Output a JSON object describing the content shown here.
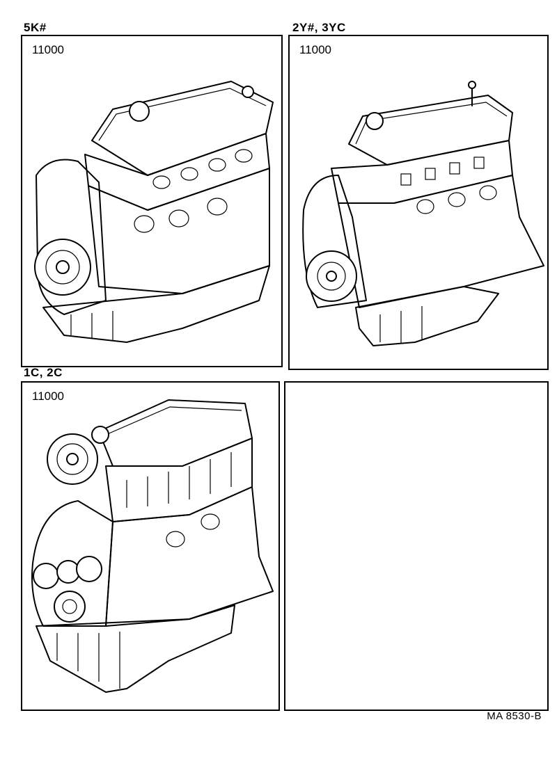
{
  "panels": [
    {
      "engine": "5K#",
      "part_code": "11000",
      "has_drawing": true
    },
    {
      "engine": "2Y#, 3YC",
      "part_code": "11000",
      "has_drawing": true
    },
    {
      "engine": "1C, 2C",
      "part_code": "11000",
      "has_drawing": true
    },
    {
      "engine": "",
      "part_code": "",
      "has_drawing": false
    }
  ],
  "footer": {
    "reference": "MA  8530-B"
  }
}
